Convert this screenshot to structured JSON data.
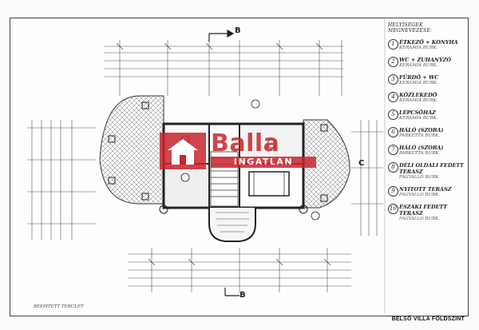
{
  "logo": {
    "brand": "Balla",
    "sub": "INGATLAN",
    "colors": {
      "red": "#c8252c",
      "white": "#ffffff"
    }
  },
  "caption": "BELSŐ VILLA FÖLDSZINT",
  "legend": {
    "header": "HELYISÉGEK MEGNEVEZÉSE:",
    "rooms": [
      {
        "num": "1",
        "name": "ÉTKEZŐ + KONYHA",
        "sub": "KERÁMIA BURK."
      },
      {
        "num": "2",
        "name": "WC + ZUHANYZÓ",
        "sub": "KERÁMIA BURK."
      },
      {
        "num": "3",
        "name": "FÜRDŐ + WC",
        "sub": "KERÁMIA BURK."
      },
      {
        "num": "4",
        "name": "KÖZLEKEDŐ",
        "sub": "KERÁMIA BURK."
      },
      {
        "num": "5",
        "name": "LÉPCSŐHÁZ",
        "sub": "KERÁMIA BURK."
      },
      {
        "num": "6",
        "name": "HÁLÓ (SZOBA)",
        "sub": "PARKETTA BURK."
      },
      {
        "num": "7",
        "name": "HÁLÓ (SZOBA)",
        "sub": "PARKETTA BURK."
      },
      {
        "num": "8",
        "name": "DÉLI OLDALI FEDETT TERASZ",
        "sub": "FAGYÁLLÓ BURK."
      },
      {
        "num": "9",
        "name": "NYITOTT TERASZ",
        "sub": "FAGYÁLLÓ BURK."
      },
      {
        "num": "10",
        "name": "ÉSZAKI FEDETT TERASZ",
        "sub": "FAGYÁLLÓ BURK."
      }
    ]
  },
  "section_marks": {
    "top": "B",
    "bottom": "B",
    "right": "C"
  },
  "area_note": "BEÉPÍTETT TERÜLET"
}
